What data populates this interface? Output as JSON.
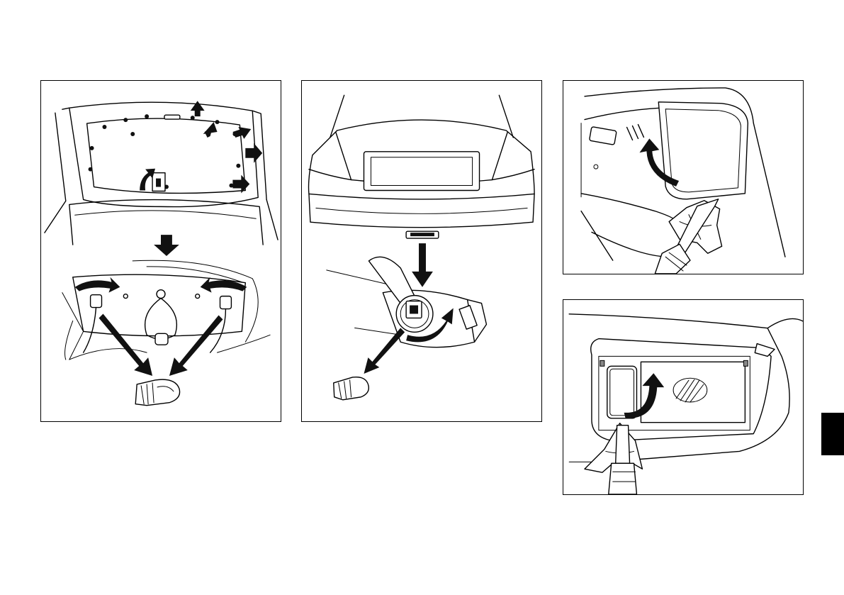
{
  "page": {
    "background": "#ffffff",
    "ink": "#000000",
    "section_tab_color": "#000000"
  },
  "figures": [
    {
      "id": "trunk-lid-lamp",
      "icon": "trunk-lid-lamp-illustration"
    },
    {
      "id": "license-plate-lamp",
      "icon": "license-plate-lamp-illustration"
    },
    {
      "id": "map-lamp",
      "icon": "map-lamp-illustration"
    },
    {
      "id": "vanity-mirror-lamp",
      "icon": "vanity-mirror-lamp-illustration"
    }
  ]
}
